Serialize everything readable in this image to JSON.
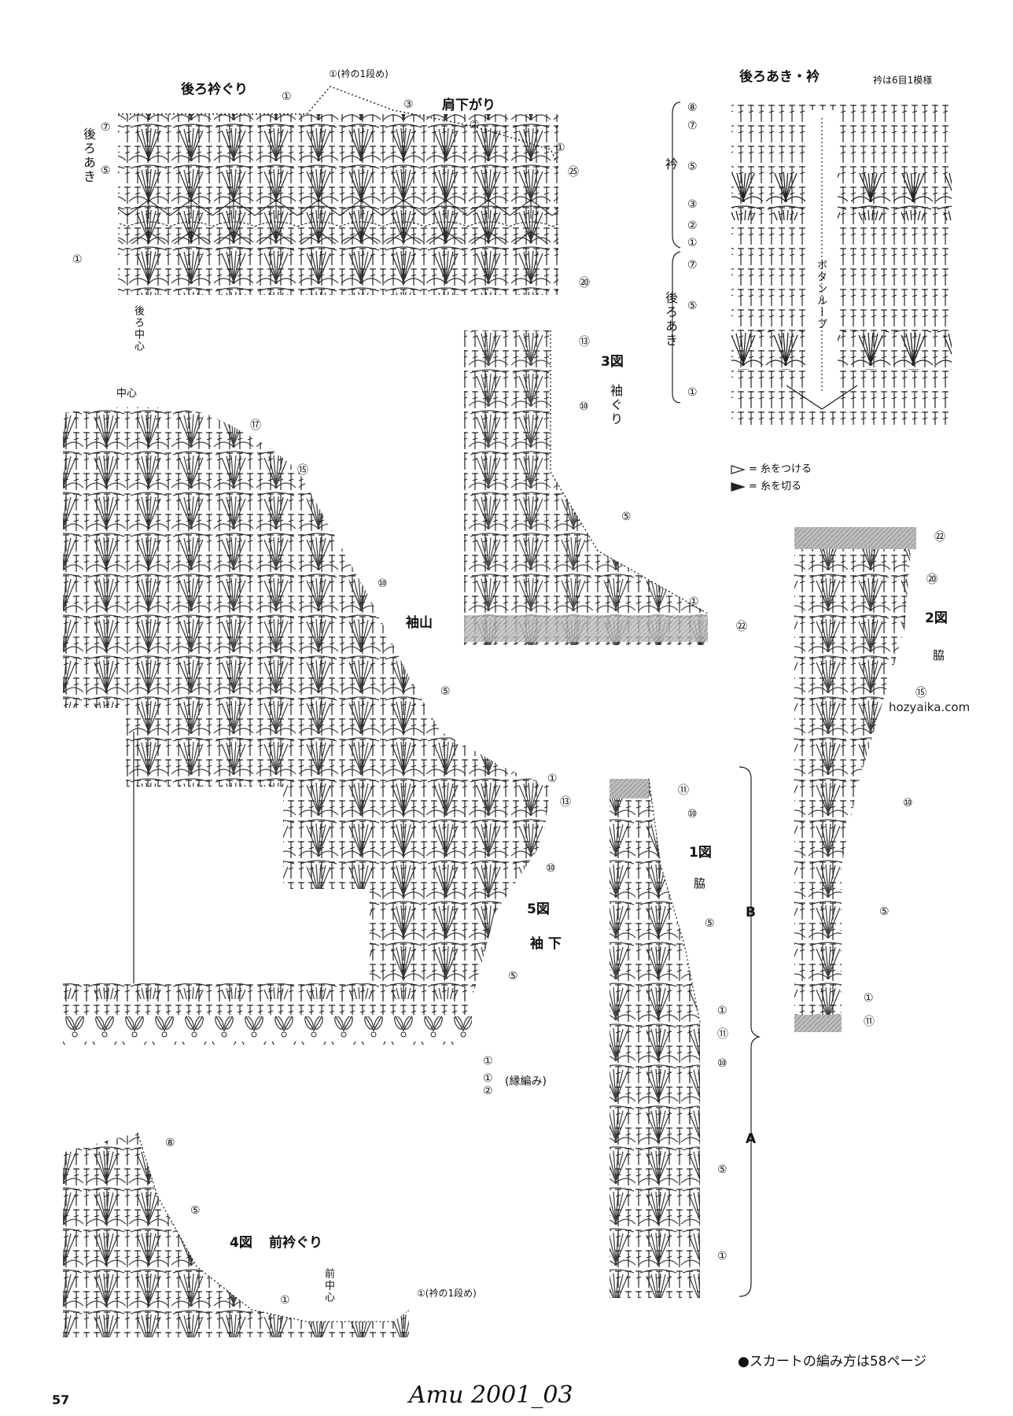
{
  "diagrams": {
    "back": {
      "neckline": "後ろ衿ぐり",
      "collar_row1": "①(衿の1段め)",
      "shoulder": "肩下がり",
      "back_opening": "後ろあき",
      "back_center": "後ろ中心",
      "rows": [
        "⑦",
        "⑤",
        "①",
        "①",
        "③",
        "②",
        "①",
        "㉕",
        "⑳"
      ]
    },
    "sleeve_cap_fig": {
      "title": "3図",
      "name": "袖ぐり",
      "cap": "袖山",
      "rows": [
        "⑬",
        "⑩",
        "⑤",
        "①",
        "㉒"
      ]
    },
    "sleeve_fig5": {
      "center": "中心",
      "title": "5図",
      "name": "袖 下",
      "rows": [
        "⑰",
        "⑮",
        "⑩",
        "⑤",
        "①",
        "⑬",
        "⑩",
        "⑤",
        "①",
        "①",
        "②"
      ],
      "edging": "(縁編み)"
    },
    "back_collar": {
      "title": "後ろあき・衿",
      "note": "衿は6目1模様",
      "collar": "衿",
      "back_opening": "後ろあき",
      "button_loop": "ボタンループ",
      "rows": [
        "⑧",
        "⑦",
        "⑤",
        "③",
        "②",
        "①",
        "⑦",
        "⑤",
        "①"
      ]
    },
    "legend": {
      "attach": "= 糸をつける",
      "cut": "= 糸を切る"
    },
    "side_fig2": {
      "title": "2図",
      "name": "脇",
      "rows": [
        "㉒",
        "⑳",
        "⑮",
        "⑩",
        "⑤",
        "①",
        "⑪"
      ]
    },
    "side_fig1": {
      "title": "1図",
      "name": "脇",
      "rows": [
        "⑪",
        "⑩",
        "⑤",
        "①",
        "⑪",
        "⑩",
        "⑤",
        "①"
      ],
      "section_b": "B",
      "section_a": "A"
    },
    "front_neck": {
      "title": "4図",
      "name": "前衿ぐり",
      "front_center": "前中心",
      "collar_row1": "①(衿の1段め)",
      "rows": [
        "⑧",
        "⑤",
        "①"
      ]
    }
  },
  "watermark": "hozyaika.com",
  "footer": {
    "note": "●スカートの編み方は58ページ",
    "page_number": "57",
    "magazine": "Amu 2001_03"
  }
}
